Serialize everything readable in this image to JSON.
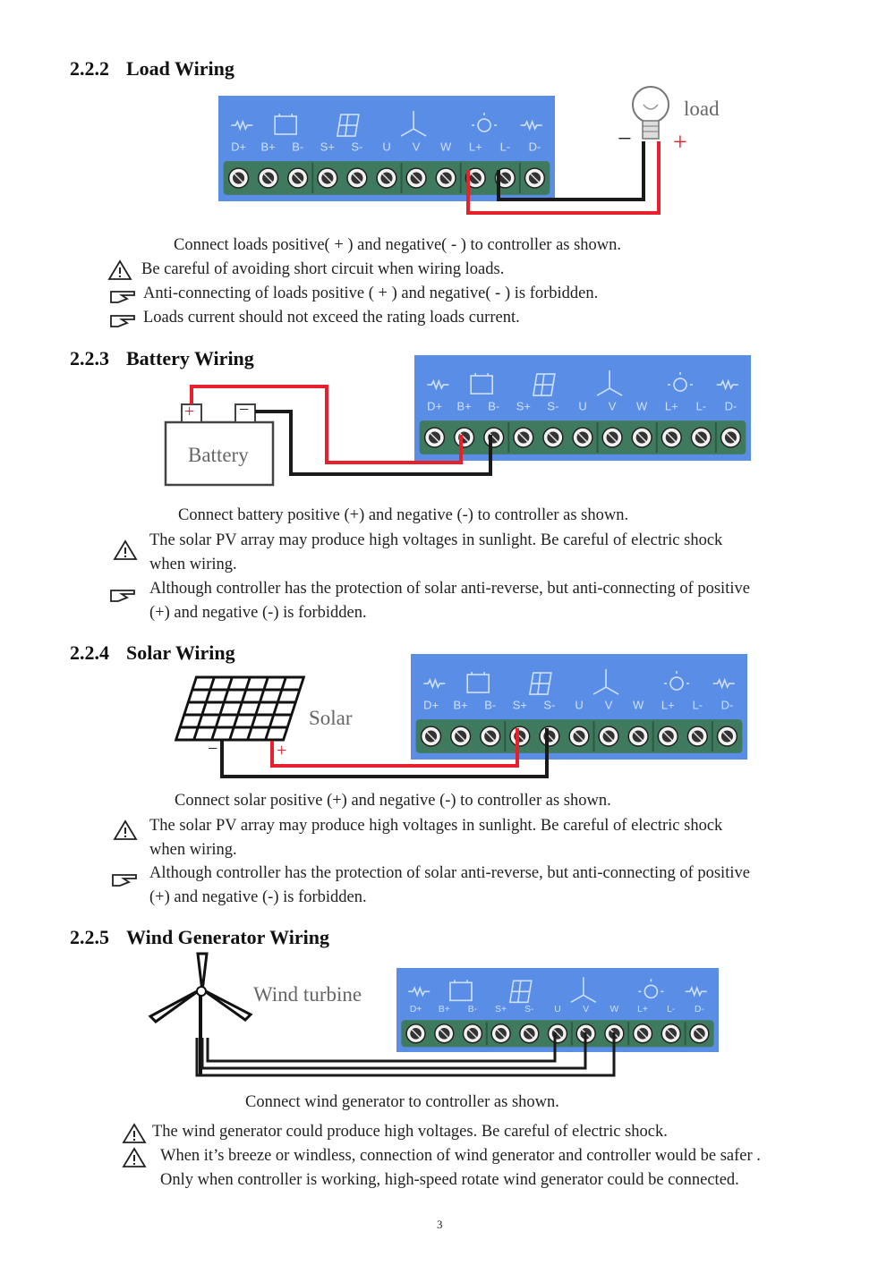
{
  "sections": [
    {
      "number": "2.2.2",
      "title": "Load Wiring",
      "device_label": "load",
      "intro": "Connect loads positive( + ) and negative( - ) to controller as shown.",
      "notes": [
        {
          "icon": "warning-icon",
          "lines": [
            "Be careful of avoiding short circuit when wiring loads."
          ]
        },
        {
          "icon": "pointing-hand-icon",
          "lines": [
            "Anti-connecting of loads positive ( + ) and negative( - ) is forbidden."
          ]
        },
        {
          "icon": "pointing-hand-icon",
          "lines": [
            "Loads current should not exceed the rating loads current."
          ]
        }
      ]
    },
    {
      "number": "2.2.3",
      "title": "Battery Wiring",
      "device_label": "Battery",
      "intro": "Connect battery positive (+) and negative (-) to controller as shown.",
      "notes": [
        {
          "icon": "warning-icon",
          "lines": [
            "The solar PV array may produce high voltages in sunlight. Be careful of electric shock",
            "when wiring."
          ]
        },
        {
          "icon": "pointing-hand-icon",
          "lines": [
            "Although controller has the protection of solar anti-reverse, but anti-connecting of positive",
            "(+) and negative (-) is forbidden."
          ]
        }
      ]
    },
    {
      "number": "2.2.4",
      "title": "Solar Wiring",
      "device_label": "Solar",
      "intro": "Connect solar positive (+) and negative (-) to controller as shown.",
      "notes": [
        {
          "icon": "warning-icon",
          "lines": [
            "The solar PV array may produce high voltages in sunlight. Be careful of electric shock",
            "when wiring."
          ]
        },
        {
          "icon": "pointing-hand-icon",
          "lines": [
            "Although controller has the protection of solar anti-reverse, but anti-connecting of positive",
            "(+) and negative (-) is forbidden."
          ]
        }
      ]
    },
    {
      "number": "2.2.5",
      "title": "Wind Generator Wiring",
      "device_label": "Wind turbine",
      "intro": "Connect wind generator to controller as shown.",
      "notes": [
        {
          "icon": "warning-icon",
          "lines": [
            "The wind generator could produce high voltages. Be careful of electric shock."
          ]
        },
        {
          "icon": "warning-icon",
          "lines": [
            "When it’s breeze or windless, connection of wind generator and controller would be safer .",
            "Only when controller is working, high-speed rotate wind generator could be connected."
          ]
        }
      ]
    }
  ],
  "terminal_labels": [
    "D+",
    "B+",
    "B-",
    "S+",
    "S-",
    "U",
    "V",
    "W",
    "L+",
    "L-",
    "D-"
  ],
  "polarity": {
    "positive": "+",
    "negative": "−"
  },
  "page_number": "3",
  "colors": {
    "panel": "#5a8ee6",
    "terminal_block": "#3f7a5e",
    "wire_positive": "#e8202a",
    "wire_negative": "#1a1a1a"
  }
}
